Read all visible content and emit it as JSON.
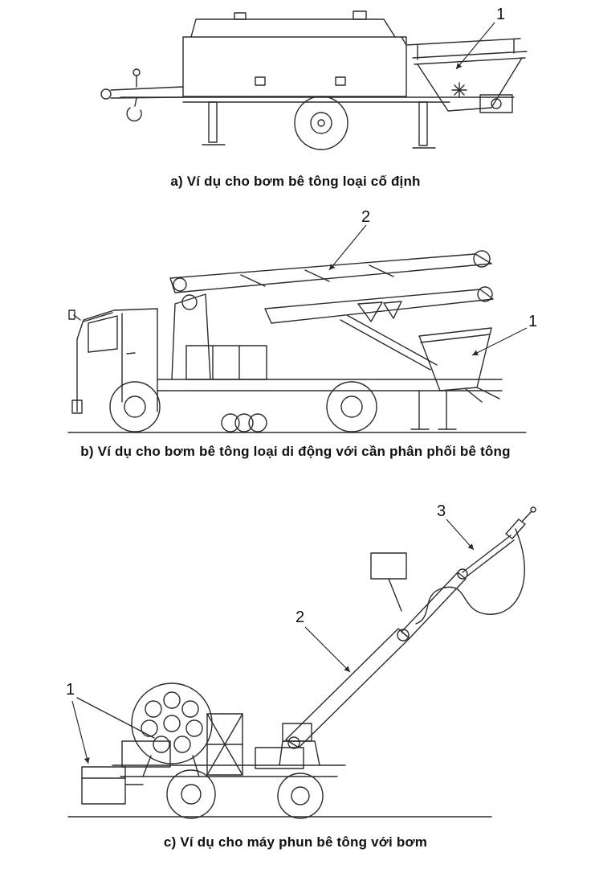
{
  "document": {
    "background": "#ffffff",
    "ink": "#2b2b2b",
    "text_color": "#111111"
  },
  "figures": [
    {
      "id": "a",
      "name": "stationary-concrete-pump",
      "caption": "a)  Ví dụ cho bơm bê tông loại cố định",
      "callouts": [
        {
          "label": "1",
          "points_to": "concrete-hopper"
        }
      ]
    },
    {
      "id": "b",
      "name": "mobile-concrete-pump-with-distribution-boom",
      "caption": "b)  Ví dụ cho bơm bê tông loại di động với cần phân phối bê tông",
      "callouts": [
        {
          "label": "2",
          "points_to": "folded-distribution-boom"
        },
        {
          "label": "1",
          "points_to": "concrete-hopper"
        }
      ]
    },
    {
      "id": "c",
      "name": "shotcrete-machine-with-pump",
      "caption": "c)  Ví dụ cho máy phun bê tông với bơm",
      "callouts": [
        {
          "label": "3",
          "points_to": "spray-nozzle-arm"
        },
        {
          "label": "2",
          "points_to": "telescopic-boom"
        },
        {
          "label": "1",
          "points_to": "front-pump-unit"
        }
      ]
    }
  ]
}
